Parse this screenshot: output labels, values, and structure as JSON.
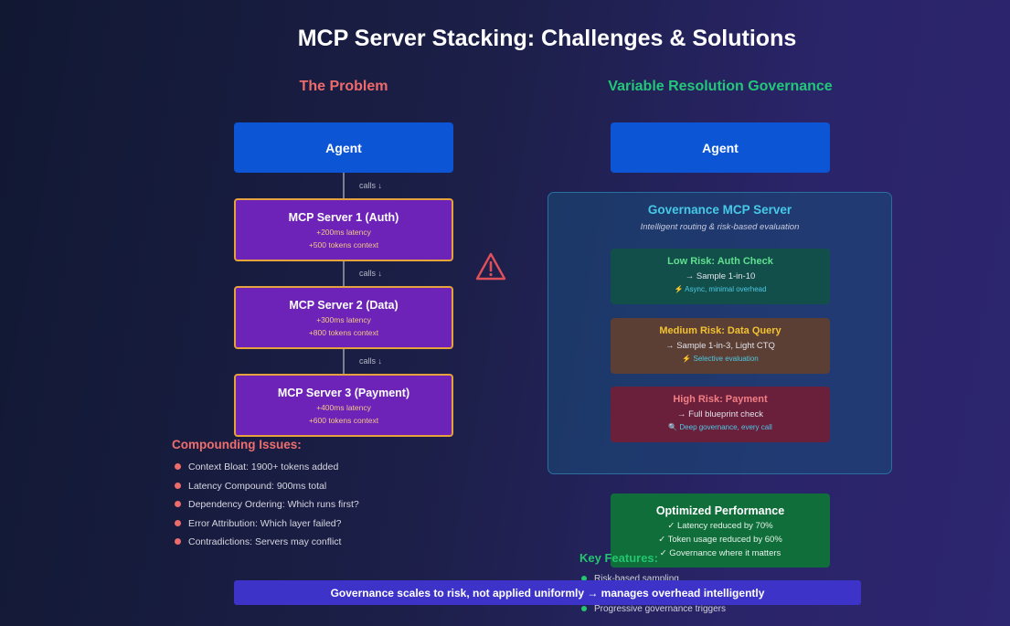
{
  "title": "MCP Server Stacking: Challenges & Solutions",
  "problem": {
    "heading": "The Problem",
    "agent": "Agent",
    "calls_label": "calls ↓",
    "servers": [
      {
        "name": "MCP Server 1 (Auth)",
        "latency": "+200ms latency",
        "tokens": "+500 tokens context"
      },
      {
        "name": "MCP Server 2 (Data)",
        "latency": "+300ms latency",
        "tokens": "+800 tokens context"
      },
      {
        "name": "MCP Server 3 (Payment)",
        "latency": "+400ms latency",
        "tokens": "+600 tokens context"
      }
    ],
    "issues_title": "Compounding Issues:",
    "issues": [
      "Context Bloat: 1900+ tokens added",
      "Latency Compound: 900ms total",
      "Dependency Ordering: Which runs first?",
      "Error Attribution: Which layer failed?",
      "Contradictions: Servers may conflict"
    ]
  },
  "warning_icon": "warning-triangle-icon",
  "solution": {
    "heading": "Variable Resolution Governance",
    "agent": "Agent",
    "gov_title": "Governance MCP Server",
    "gov_subtitle": "Intelligent routing & risk-based evaluation",
    "risks": [
      {
        "title": "Low Risk: Auth Check",
        "action": "→ Sample 1-in-10",
        "note": "⚡ Async, minimal overhead"
      },
      {
        "title": "Medium Risk: Data Query",
        "action": "→ Sample 1-in-3, Light CTQ",
        "note": "⚡ Selective evaluation"
      },
      {
        "title": "High Risk: Payment",
        "action": "→ Full blueprint check",
        "note": "🔍 Deep governance, every call"
      }
    ],
    "perf_title": "Optimized Performance",
    "perf_lines": [
      "✓ Latency reduced by 70%",
      "✓ Token usage reduced by 60%",
      "✓ Governance where it matters"
    ],
    "key_features_title": "Key Features:",
    "key_features": [
      "Risk-based sampling",
      "Progressive governance triggers"
    ]
  },
  "footer": "Governance scales to risk, not applied uniformly → manages overhead intelligently",
  "colors": {
    "problem_heading": "#ef6b6b",
    "solution_heading": "#22c77a",
    "agent": "#0c56d6",
    "server": "#6d22b8",
    "low": "#134f4a",
    "medium": "#5b3f34",
    "high": "#6a1f3b",
    "footer": "#3d33c9"
  }
}
